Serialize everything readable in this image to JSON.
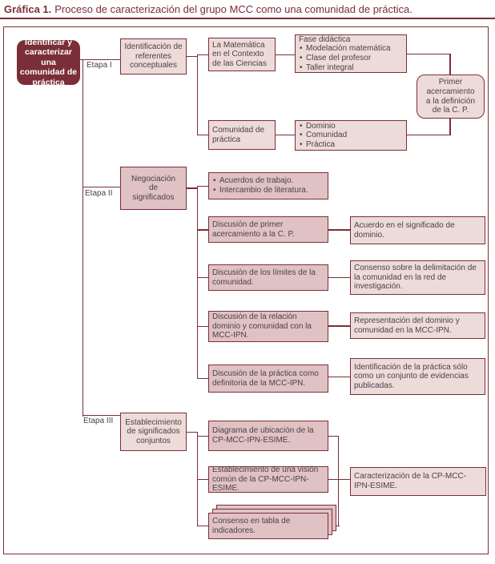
{
  "title": {
    "prefix": "Gráfica 1.",
    "text": "Proceso de caracterización del grupo MCC como una comunidad de práctica."
  },
  "colors": {
    "maroon": "#7b2e38",
    "light_pink": "#eddbd9",
    "dusty_pink": "#e0c2c4",
    "body_text": "#4a4145",
    "root_text": "#ffffff"
  },
  "root_box": "Identificar y caracterizar una comunidad de práctica",
  "etapa1": {
    "label": "Etapa I",
    "stage_box": "Identificación de referentes conceptuales",
    "matematica_box": "La Matemática en el Contexto de las Ciencias",
    "fase_box": {
      "title": "Fase didáctica",
      "bullets": [
        "Modelación matemática",
        "Clase del profesor",
        "Taller integral"
      ]
    },
    "comunidad_box": "Comunidad de práctica",
    "cp_bullets": [
      "Dominio",
      "Comunidad",
      "Práctica"
    ],
    "primer_box": "Primer acercamiento a la definición de la C. P."
  },
  "etapa2": {
    "label": "Etapa II",
    "stage_box": "Negociación de significados",
    "acuerdos_bullets": [
      "Acuerdos de trabajo.",
      "Intercambio de literatura."
    ],
    "rows": [
      {
        "discussion": "Discusión de primer acercamiento a la C. P.",
        "outcome": "Acuerdo en el significado de dominio."
      },
      {
        "discussion": "Discusión de los límites de la comunidad.",
        "outcome": "Consenso sobre la delimitación de la comunidad en la red de investigación."
      },
      {
        "discussion": "Discusión de la relación dominio y comunidad con la MCC-IPN.",
        "outcome": "Representación del dominio y comunidad en la MCC-IPN."
      },
      {
        "discussion": "Discusión de la práctica como definitoria de la MCC-IPN.",
        "outcome": "Identificación de la práctica sólo como un conjunto de evidencias publicadas."
      }
    ]
  },
  "etapa3": {
    "label": "Etapa III",
    "stage_box": "Establecimiento de significados conjuntos",
    "diagrama_box": "Diagrama de ubicación de la CP-MCC-IPN-ESIME.",
    "vision_box": "Establecimiento de una visión común de la CP-MCC-IPN-ESIME.",
    "consenso_box": "Consenso en tabla de indicadores.",
    "result_box": "Caracterización de la CP-MCC-IPN-ESIME."
  }
}
